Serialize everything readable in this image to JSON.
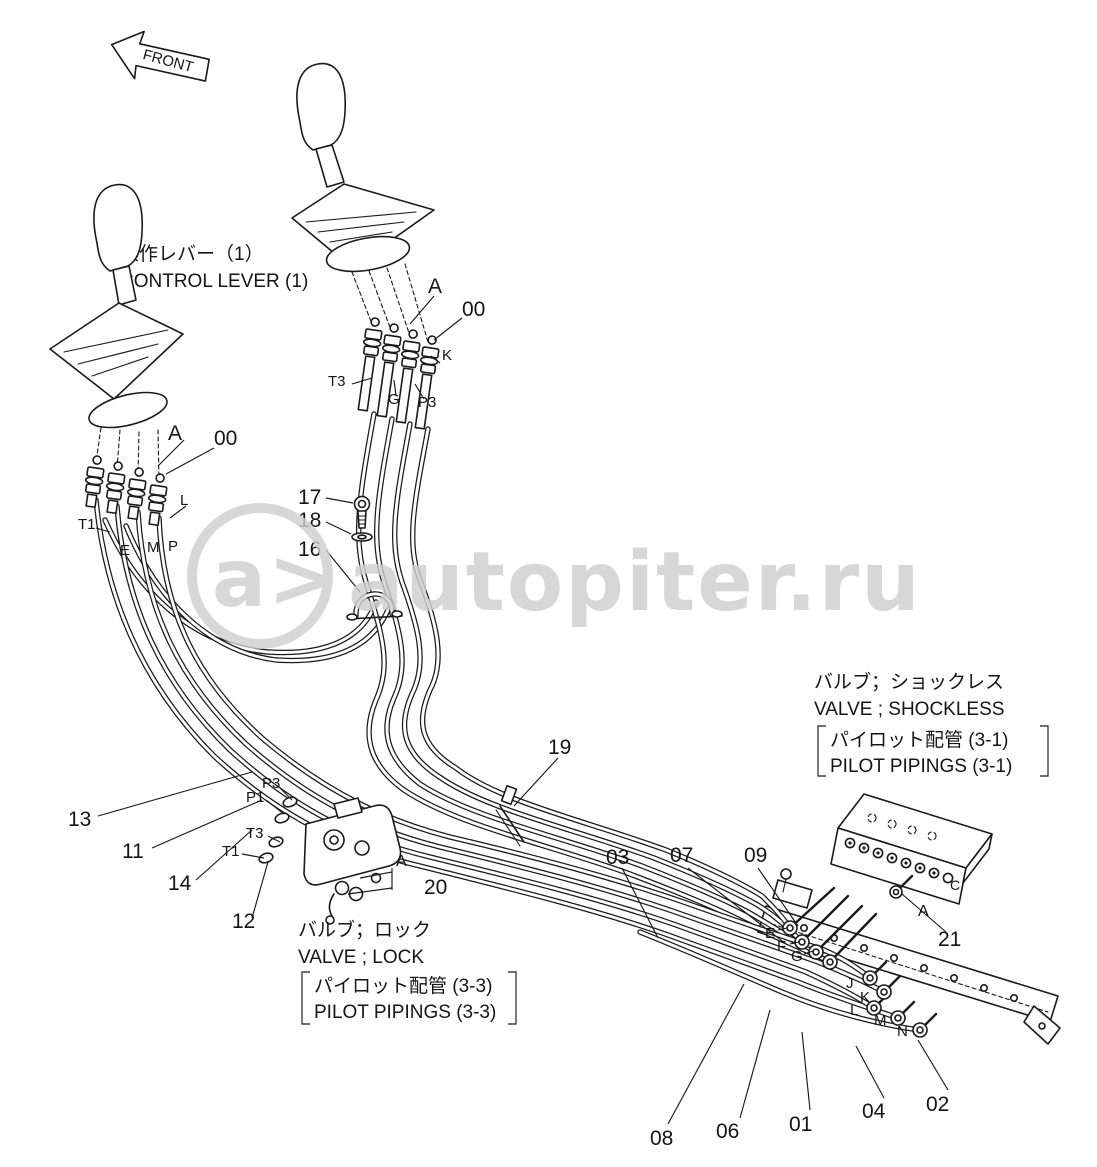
{
  "front_arrow": {
    "label": "FRONT"
  },
  "control_lever": {
    "label_jp": "操作レバー（1）",
    "label_en": "CONTROL LEVER (1)"
  },
  "valve_shockless": {
    "label_jp": "バルブ；ショックレス",
    "label_en": "VALVE ; SHOCKLESS",
    "pilot_jp": "パイロット配管 (3-1)",
    "pilot_en": "PILOT PIPINGS (3-1)"
  },
  "valve_lock": {
    "label_jp": "バルブ；ロック",
    "label_en": "VALVE ; LOCK",
    "pilot_jp": "パイロット配管 (3-3)",
    "pilot_en": "PILOT PIPINGS (3-3)"
  },
  "part_numbers": {
    "n00_left": "00",
    "n00_right": "00",
    "n01": "01",
    "n02": "02",
    "n03": "03",
    "n04": "04",
    "n06": "06",
    "n07": "07",
    "n08": "08",
    "n09": "09",
    "n11": "11",
    "n12": "12",
    "n13": "13",
    "n14": "14",
    "n16": "16",
    "n17": "17",
    "n18": "18",
    "n19": "19",
    "n20": "20",
    "n21": "21"
  },
  "port_labels": {
    "right_lever": {
      "a": "A",
      "k": "K",
      "t3": "T3",
      "g": "G",
      "p3": "P3"
    },
    "left_lever": {
      "a": "A",
      "l": "L",
      "t1": "T1",
      "e": "E",
      "m": "M",
      "p": "P"
    },
    "lock_valve": {
      "p3": "P3",
      "p1": "P1",
      "t3": "T3",
      "t1": "T1",
      "a": "A"
    },
    "shockless_valve": {
      "a": "A",
      "c": "C",
      "e": "E",
      "f": "F",
      "g": "G",
      "j": "J",
      "k": "K",
      "l": "L",
      "m": "M",
      "n": "N"
    }
  },
  "watermark": {
    "logo": "a>",
    "text": "autopiter.ru",
    "color": "#cfcfcf"
  },
  "colors": {
    "line": "#1a1a1a",
    "background": "#ffffff"
  }
}
